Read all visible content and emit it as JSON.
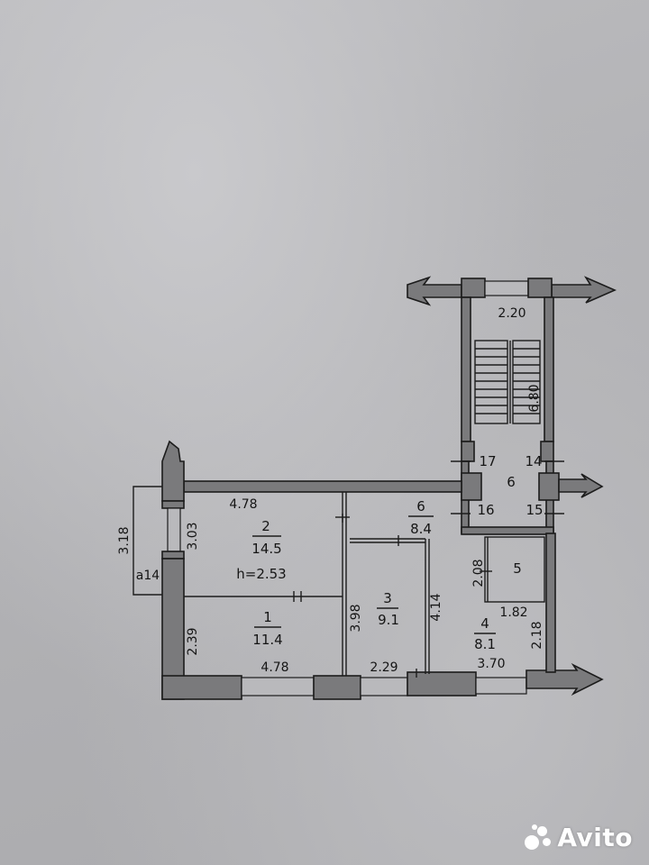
{
  "rooms": [
    {
      "number": "1",
      "area": "11.4"
    },
    {
      "number": "2",
      "area": "14.5"
    },
    {
      "number": "3",
      "area": "9.1"
    },
    {
      "number": "4",
      "area": "8.1"
    },
    {
      "number": "5",
      "area": ""
    },
    {
      "number": "6",
      "area": "8.4"
    },
    {
      "number": "6",
      "area": ""
    }
  ],
  "ceiling_height": "h=2.53",
  "dimensions": {
    "stair_width": "2.20",
    "stair_length": "6.80",
    "room2_top": "4.78",
    "room1_bottom": "4.78",
    "left_total": "3.18",
    "room2_side": "3.03",
    "room1_side": "2.39",
    "room3_left": "3.98",
    "room3_right": "4.14",
    "room3_bottom": "2.29",
    "room4_bottom": "3.70",
    "room4_right": "2.18",
    "room5_height": "2.08",
    "room5_width": "1.82"
  },
  "markers": {
    "a14": "a14",
    "n17": "17",
    "n14": "14",
    "n16": "16",
    "n15": "15"
  },
  "watermark": "Avito"
}
